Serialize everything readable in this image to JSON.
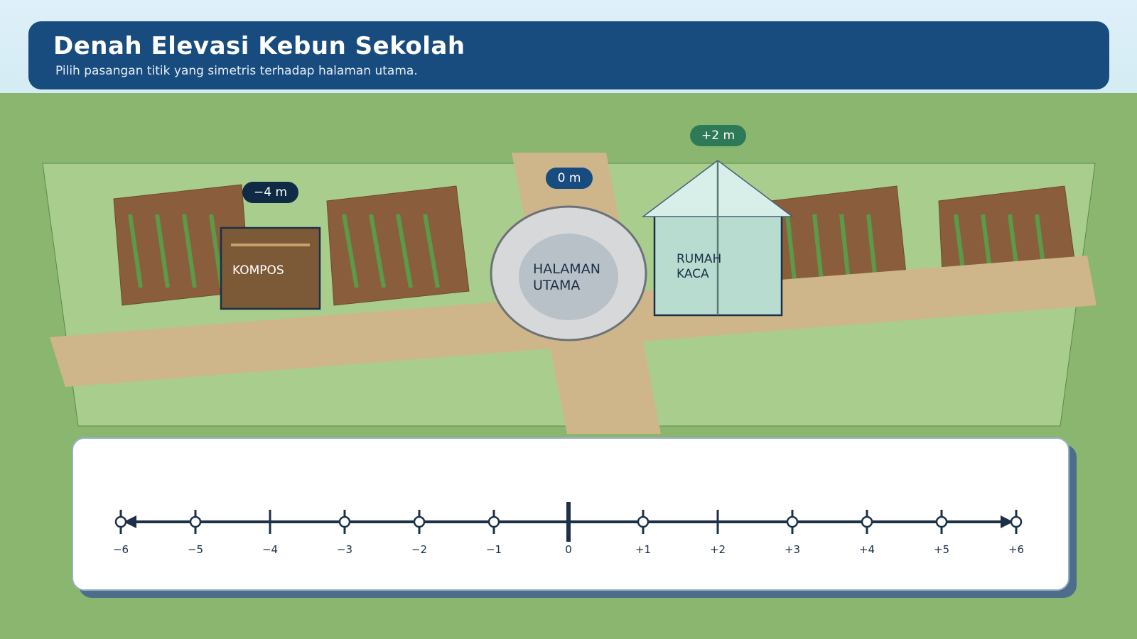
{
  "header": {
    "title": "Denah Elevasi Kebun Sekolah",
    "subtitle": "Pilih pasangan titik yang simetris terhadap halaman utama."
  },
  "map": {
    "compost_label": "KOMPOS",
    "courtyard_label_line1": "HALAMAN",
    "courtyard_label_line2": "UTAMA",
    "greenhouse_label_line1": "RUMAH",
    "greenhouse_label_line2": "KACA",
    "elevation_compost": "−4 m",
    "elevation_courtyard": "0 m",
    "elevation_greenhouse": "+2 m"
  },
  "number_line": {
    "min": -6,
    "max": 6,
    "tick_labels": [
      "−6",
      "−5",
      "−4",
      "−3",
      "−2",
      "−1",
      "0",
      "+1",
      "+2",
      "+3",
      "+4",
      "+5",
      "+6"
    ],
    "open_points": [
      -6,
      -5,
      -3,
      -2,
      -1,
      1,
      3,
      4,
      5,
      6
    ],
    "colors": {
      "line": "#1c3047",
      "point_fill": "#ffffff"
    }
  },
  "colors": {
    "header": "#184b7e",
    "grass": "#8ab66f",
    "garden_bed": "#8a5e3c",
    "path": "#cfb68a",
    "greenhouse": "#b8ddd0"
  }
}
